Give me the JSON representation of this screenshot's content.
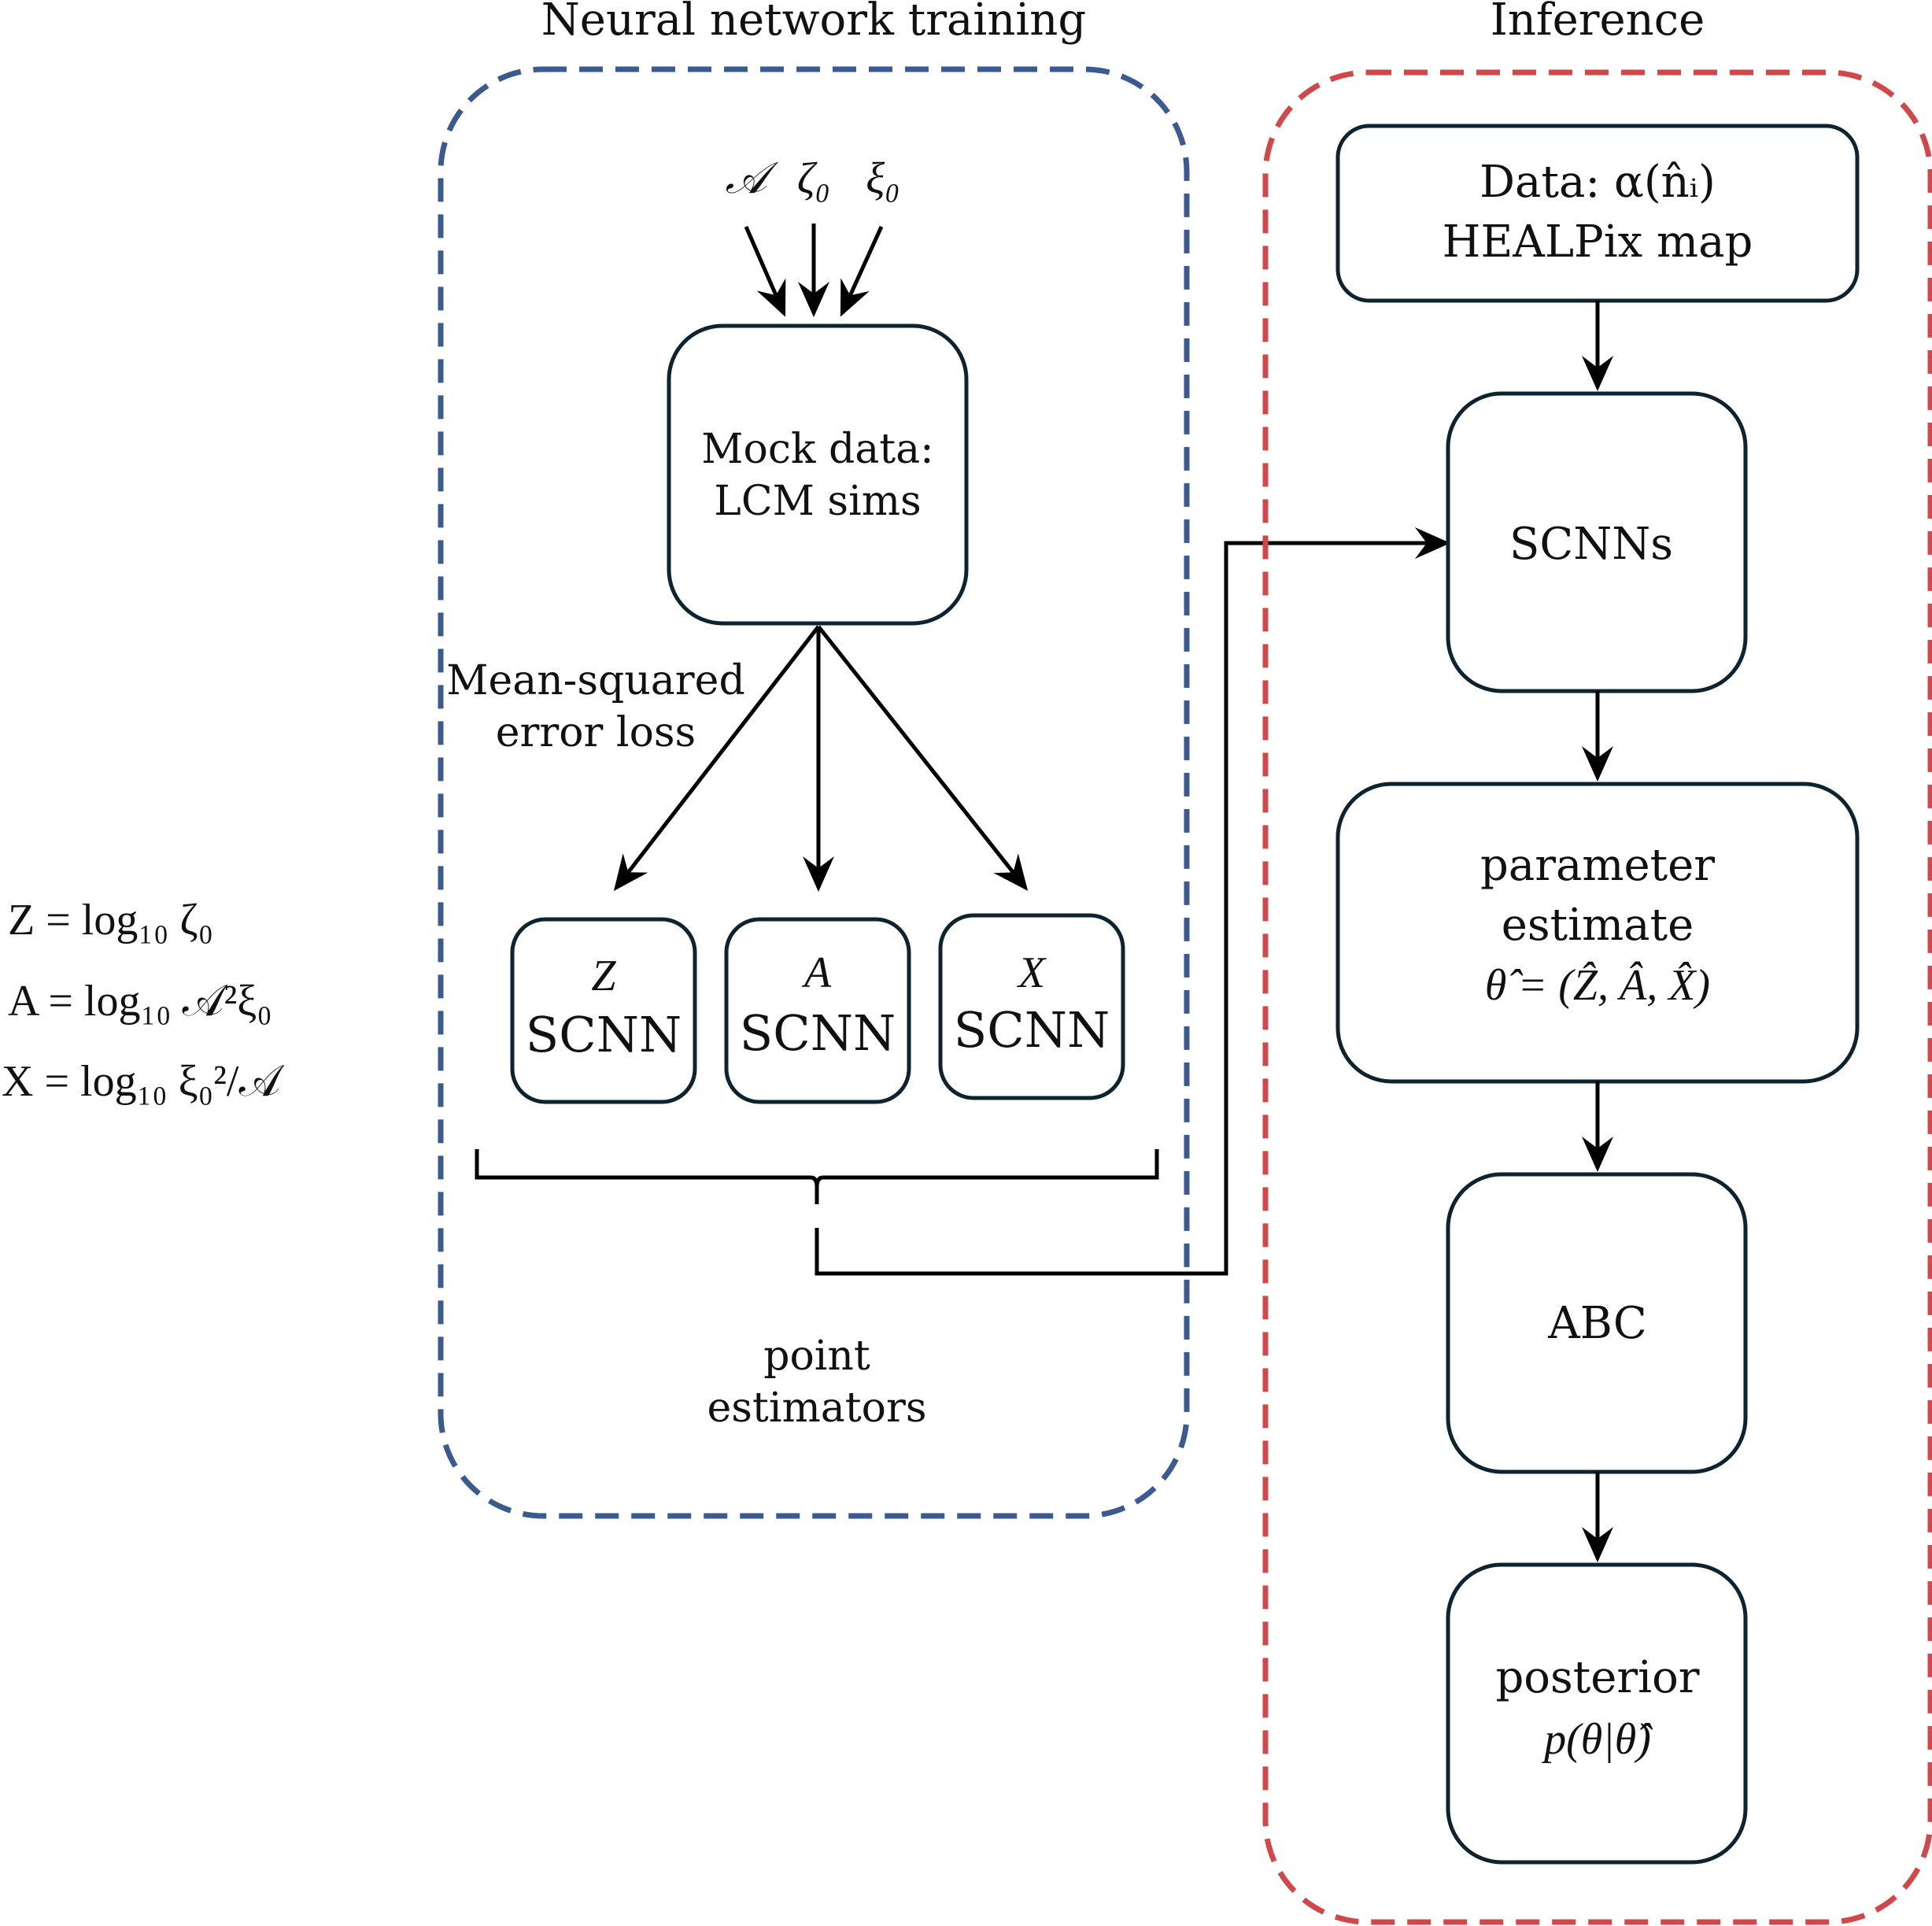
{
  "colors": {
    "training_border": "#3a5a91",
    "inference_border": "#d24848",
    "box_stroke": "#0e2330",
    "arrow": "#000000"
  },
  "training": {
    "title": "Neural network training",
    "inputs": {
      "a": "𝒜",
      "zeta": "ζ₀",
      "xi": "ξ₀"
    },
    "mock_box": {
      "line1": "Mock data:",
      "line2": "LCM sims"
    },
    "loss_label": {
      "line1": "Mean-squared",
      "line2": "error loss"
    },
    "estimators": [
      {
        "symbol": "Z",
        "label": "SCNN"
      },
      {
        "symbol": "A",
        "label": "SCNN"
      },
      {
        "symbol": "X",
        "label": "SCNN"
      }
    ],
    "point_label": {
      "line1": "point",
      "line2": "estimators"
    }
  },
  "inference": {
    "title": "Inference",
    "data_box": {
      "line1": "Data: α(n̂ᵢ)",
      "line2": "HEALPix map"
    },
    "scnns_box": "SCNNs",
    "param_box": {
      "line1": "parameter",
      "line2": "estimate",
      "line3": "θ̂ = (Ẑ, Â, X̂)"
    },
    "abc_box": "ABC",
    "posterior_box": {
      "line1": "posterior",
      "line2": "p(θ|θ̂)"
    }
  },
  "definitions": [
    "Z = log₁₀ ζ₀",
    "A = log₁₀ 𝒜²ξ₀",
    "X = log₁₀ ξ₀²/𝒜"
  ]
}
